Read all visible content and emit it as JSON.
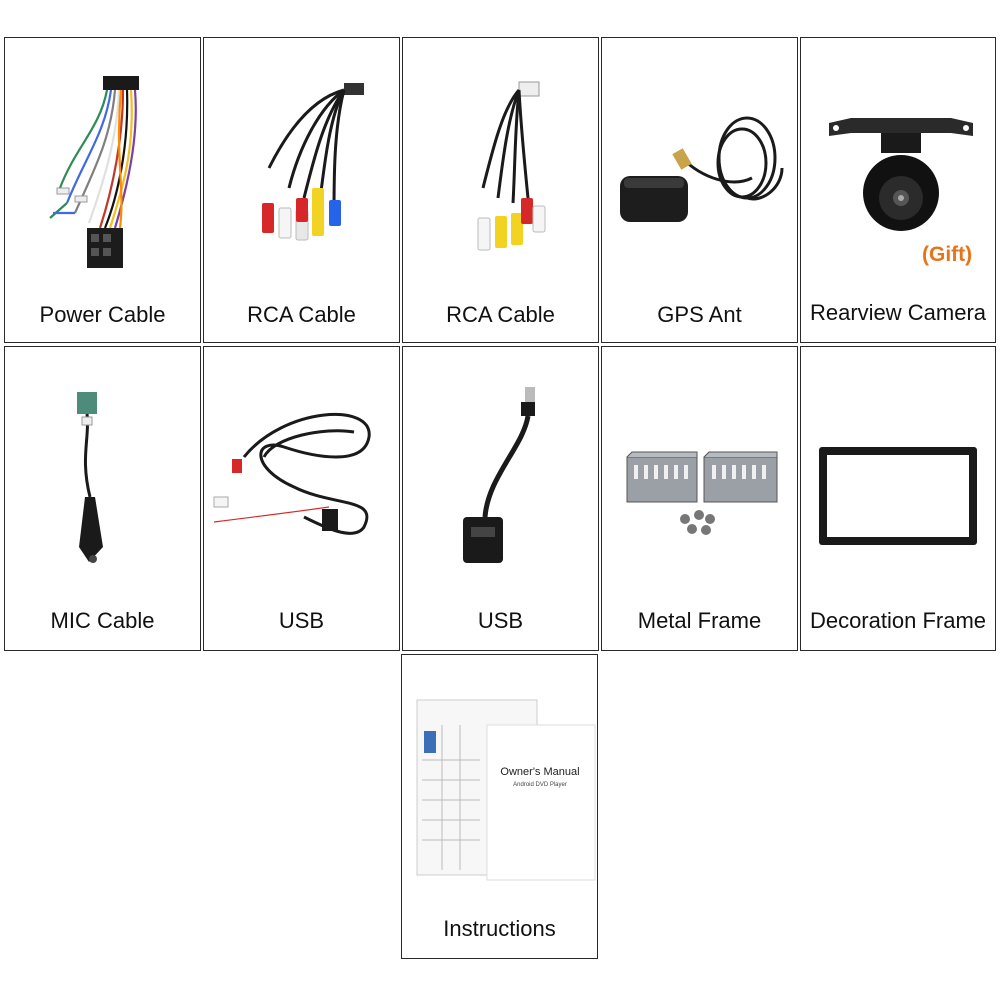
{
  "items": [
    {
      "label": "Power Cable",
      "icon": "power-cable-icon"
    },
    {
      "label": "RCA Cable",
      "icon": "rca-cable-icon"
    },
    {
      "label": "RCA Cable",
      "icon": "rca-cable-icon"
    },
    {
      "label": "GPS Ant",
      "icon": "gps-antenna-icon"
    },
    {
      "label": "Rearview Camera",
      "icon": "rearview-camera-icon",
      "badge": "(Gift)"
    },
    {
      "label": "MIC Cable",
      "icon": "mic-cable-icon"
    },
    {
      "label": "USB",
      "icon": "usb-cable-icon"
    },
    {
      "label": "USB",
      "icon": "usb-cable-icon"
    },
    {
      "label": "Metal Frame",
      "icon": "metal-frame-icon"
    },
    {
      "label": "Decoration Frame",
      "icon": "decoration-frame-icon"
    },
    {
      "label": "Instructions",
      "icon": "manual-icon",
      "manual_title": "Owner's Manual",
      "manual_subtitle": "Android DVD Player"
    }
  ],
  "colors": {
    "gift": "#e8731a",
    "border": "#2a2a2a"
  }
}
